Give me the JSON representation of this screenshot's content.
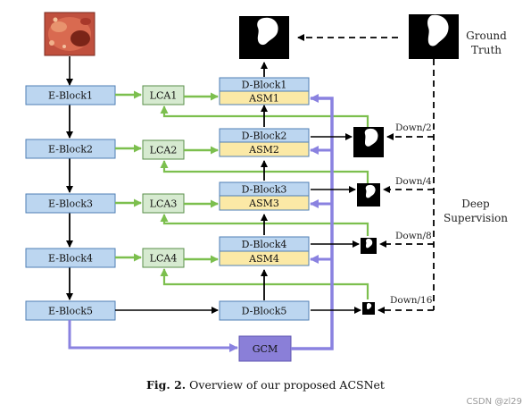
{
  "diagram": {
    "encoder": [
      "E-Block1",
      "E-Block2",
      "E-Block3",
      "E-Block4",
      "E-Block5"
    ],
    "lca": [
      "LCA1",
      "LCA2",
      "LCA3",
      "LCA4"
    ],
    "decoder": [
      "D-Block1",
      "D-Block2",
      "D-Block3",
      "D-Block4",
      "D-Block5"
    ],
    "asm": [
      "ASM1",
      "ASM2",
      "ASM3",
      "ASM4"
    ],
    "gcm": "GCM",
    "ground_truth": "Ground Truth",
    "ground_truth_lines": [
      "Ground",
      "Truth"
    ],
    "deep_supervision_lines": [
      "Deep",
      "Supervision"
    ],
    "scales": [
      "Down/2",
      "Down/4",
      "Down/8",
      "Down/16"
    ]
  },
  "caption": {
    "label": "Fig. 2.",
    "text": " Overview of our proposed ACSNet"
  },
  "watermark": "CSDN @zl29",
  "colors": {
    "encoder_fill": "#bcd6f0",
    "encoder_stroke": "#4f7fb4",
    "lca_fill": "#d6ead0",
    "lca_stroke": "#5a8f4a",
    "asm_fill": "#fbe9a6",
    "gcm_fill": "#8a7fd8",
    "gcm_stroke": "#5f55b0",
    "green_arrow": "#7cbf4e",
    "purple_arrow": "#8a82e0"
  }
}
